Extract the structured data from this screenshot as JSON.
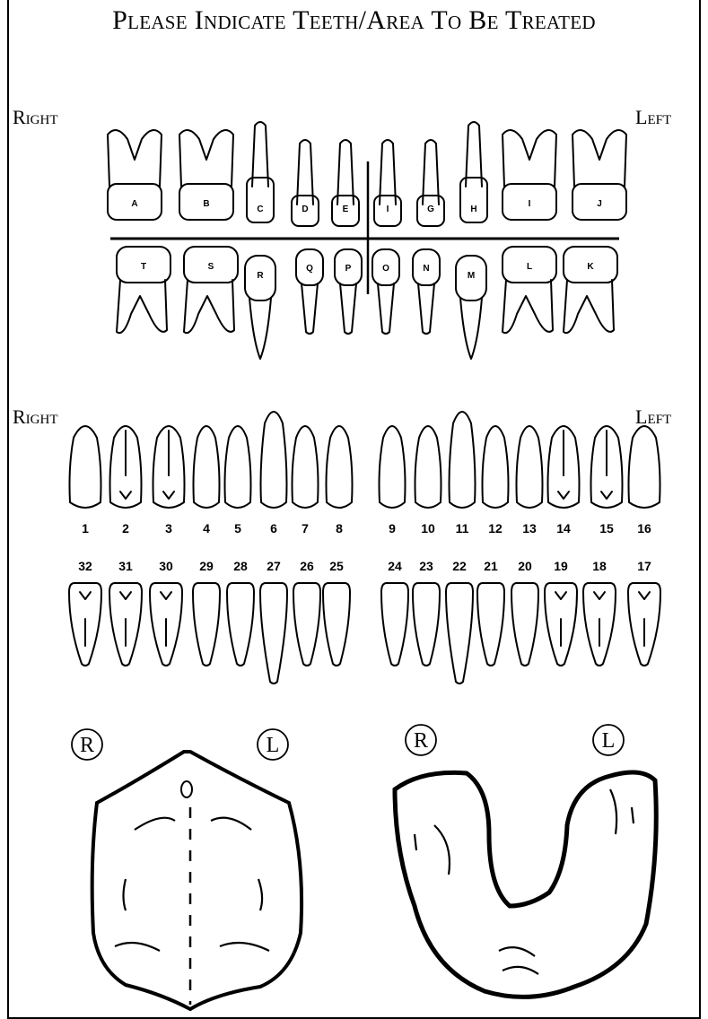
{
  "title": "Please Indicate Teeth/Area To Be Treated",
  "primary_chart": {
    "right_label": "Right",
    "left_label": "Left",
    "upper_letters": [
      "A",
      "B",
      "C",
      "D",
      "E",
      "I",
      "G",
      "H",
      "I",
      "J"
    ],
    "lower_letters": [
      "T",
      "S",
      "R",
      "Q",
      "P",
      "O",
      "N",
      "M",
      "L",
      "K"
    ]
  },
  "permanent_chart": {
    "right_label": "Right",
    "left_label": "Left",
    "upper_numbers": [
      "1",
      "2",
      "3",
      "4",
      "5",
      "6",
      "7",
      "8",
      "9",
      "10",
      "11",
      "12",
      "13",
      "14",
      "15",
      "16"
    ],
    "lower_numbers": [
      "32",
      "31",
      "30",
      "29",
      "28",
      "27",
      "26",
      "25",
      "24",
      "23",
      "22",
      "21",
      "20",
      "19",
      "18",
      "17"
    ]
  },
  "arches": {
    "upper_right_marker": "R",
    "upper_left_marker": "L",
    "lower_right_marker": "R",
    "lower_left_marker": "L"
  }
}
